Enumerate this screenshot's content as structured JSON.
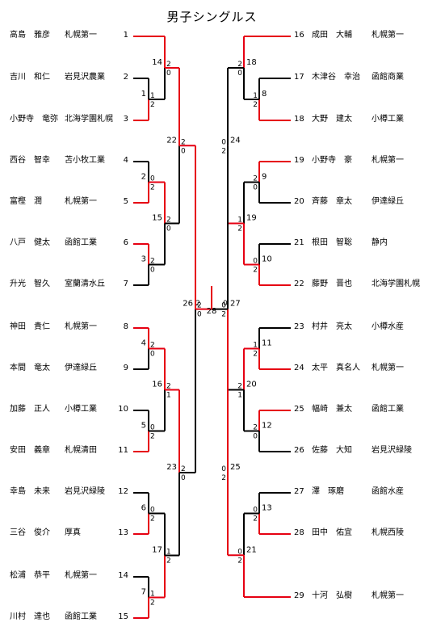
{
  "title": "男子シングルス",
  "colors": {
    "win": "#e60012",
    "loss": "#000000"
  },
  "left_players": [
    {
      "seed": "1",
      "name": "高島　雅彦",
      "school": "札幌第一"
    },
    {
      "seed": "2",
      "name": "吉川　和仁",
      "school": "岩見沢農業"
    },
    {
      "seed": "3",
      "name": "小野寺　竜弥",
      "school": "北海学園札幌"
    },
    {
      "seed": "4",
      "name": "西谷　智幸",
      "school": "苫小牧工業"
    },
    {
      "seed": "5",
      "name": "富樫　潤",
      "school": "札幌第一"
    },
    {
      "seed": "6",
      "name": "八戸　健太",
      "school": "函館工業"
    },
    {
      "seed": "7",
      "name": "升光　智久",
      "school": "室蘭清水丘"
    },
    {
      "seed": "8",
      "name": "神田　貴仁",
      "school": "札幌第一"
    },
    {
      "seed": "9",
      "name": "本間　竜太",
      "school": "伊達緑丘"
    },
    {
      "seed": "10",
      "name": "加藤　正人",
      "school": "小樽工業"
    },
    {
      "seed": "11",
      "name": "安田　義章",
      "school": "札幌清田"
    },
    {
      "seed": "12",
      "name": "幸島　未来",
      "school": "岩見沢緑陵"
    },
    {
      "seed": "13",
      "name": "三谷　俊介",
      "school": "厚真"
    },
    {
      "seed": "14",
      "name": "松浦　恭平",
      "school": "札幌第一"
    },
    {
      "seed": "15",
      "name": "川村　達也",
      "school": "函館工業"
    }
  ],
  "right_players": [
    {
      "seed": "16",
      "name": "成田　大輔",
      "school": "札幌第一"
    },
    {
      "seed": "17",
      "name": "木津谷　幸治",
      "school": "函館商業"
    },
    {
      "seed": "18",
      "name": "大野　建太",
      "school": "小樽工業"
    },
    {
      "seed": "19",
      "name": "小野寺　豪",
      "school": "札幌第一"
    },
    {
      "seed": "20",
      "name": "斉藤　章太",
      "school": "伊達緑丘"
    },
    {
      "seed": "21",
      "name": "根田　智聡",
      "school": "静内"
    },
    {
      "seed": "22",
      "name": "藤野　晋也",
      "school": "北海学園札幌"
    },
    {
      "seed": "23",
      "name": "村井　亮太",
      "school": "小樽水産"
    },
    {
      "seed": "24",
      "name": "太平　真名人",
      "school": "札幌第一"
    },
    {
      "seed": "25",
      "name": "幅崎　兼太",
      "school": "函館工業"
    },
    {
      "seed": "26",
      "name": "佐藤　大知",
      "school": "岩見沢緑陵"
    },
    {
      "seed": "27",
      "name": "澤　琢磨",
      "school": "函館水産"
    },
    {
      "seed": "28",
      "name": "田中　佑宜",
      "school": "札幌西陵"
    },
    {
      "seed": "29",
      "name": "十河　弘樹",
      "school": "札幌第一"
    }
  ],
  "matches": [
    {
      "id": "m1",
      "num": "1",
      "s_top": "1",
      "s_bot": "2"
    },
    {
      "id": "m2",
      "num": "2",
      "s_top": "0",
      "s_bot": "2"
    },
    {
      "id": "m3",
      "num": "3",
      "s_top": "2",
      "s_bot": "0"
    },
    {
      "id": "m4",
      "num": "4",
      "s_top": "2",
      "s_bot": "0"
    },
    {
      "id": "m5",
      "num": "5",
      "s_top": "0",
      "s_bot": "2"
    },
    {
      "id": "m6",
      "num": "6",
      "s_top": "0",
      "s_bot": "2"
    },
    {
      "id": "m7",
      "num": "7",
      "s_top": "1",
      "s_bot": "2"
    },
    {
      "id": "m8",
      "num": "8",
      "s_top": "1",
      "s_bot": "2"
    },
    {
      "id": "m9",
      "num": "9",
      "s_top": "2",
      "s_bot": "0"
    },
    {
      "id": "m10",
      "num": "10",
      "s_top": "0",
      "s_bot": "2"
    },
    {
      "id": "m11",
      "num": "11",
      "s_top": "1",
      "s_bot": "2"
    },
    {
      "id": "m12",
      "num": "12",
      "s_top": "2",
      "s_bot": "0"
    },
    {
      "id": "m13",
      "num": "13",
      "s_top": "0",
      "s_bot": "2"
    },
    {
      "id": "m14",
      "num": "14",
      "s_top": "2",
      "s_bot": "0"
    },
    {
      "id": "m15",
      "num": "15",
      "s_top": "2",
      "s_bot": "0"
    },
    {
      "id": "m16",
      "num": "16",
      "s_top": "2",
      "s_bot": "1"
    },
    {
      "id": "m17",
      "num": "17",
      "s_top": "1",
      "s_bot": "2"
    },
    {
      "id": "m18",
      "num": "18",
      "s_top": "2",
      "s_bot": "0"
    },
    {
      "id": "m19",
      "num": "19",
      "s_top": "1",
      "s_bot": "2"
    },
    {
      "id": "m20",
      "num": "20",
      "s_top": "2",
      "s_bot": "1"
    },
    {
      "id": "m21",
      "num": "21",
      "s_top": "0",
      "s_bot": "2"
    },
    {
      "id": "m22",
      "num": "22",
      "s_top": "2",
      "s_bot": "0"
    },
    {
      "id": "m23",
      "num": "23",
      "s_top": "2",
      "s_bot": "0"
    },
    {
      "id": "m24",
      "num": "24",
      "s_top": "0",
      "s_bot": "2"
    },
    {
      "id": "m25",
      "num": "25",
      "s_top": "0",
      "s_bot": "2"
    },
    {
      "id": "m26",
      "num": "26",
      "s_top": "2",
      "s_bot": "0"
    },
    {
      "id": "m27",
      "num": "27",
      "s_top": "0",
      "s_bot": "2"
    },
    {
      "id": "m28",
      "num": "28",
      "s_left": "2",
      "s_right": "0"
    }
  ]
}
